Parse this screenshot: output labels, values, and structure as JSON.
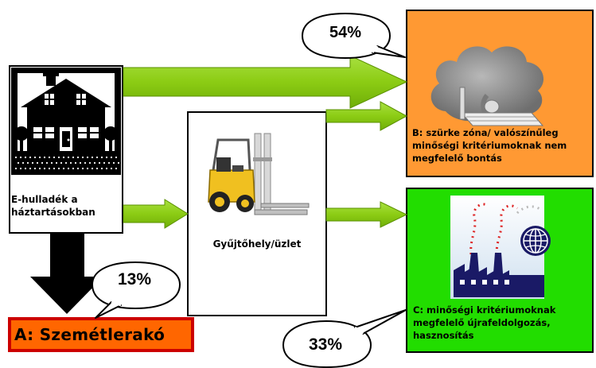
{
  "household": {
    "label": "E-hulladék a háztartásokban"
  },
  "collection": {
    "label": "Gyűjtőhely/üzlet"
  },
  "outcome_b": {
    "label": "B: szürke zóna/ valószínűleg minőségi kritériumoknak nem megfelelő bontás",
    "share": "54%"
  },
  "outcome_c": {
    "label": "C: minőségi kritériumoknak megfelelő újrafeldolgozás, hasznosítás",
    "share": "33%"
  },
  "outcome_a": {
    "label": "A: Szemétlerakó",
    "share": "13%"
  },
  "colors": {
    "arrow_green": "#8ccc14",
    "box_orange": "#ff9933",
    "box_green": "#22dd00",
    "landfill_orange": "#ff6600",
    "landfill_border": "#cc0000"
  },
  "icons": [
    "house-icon",
    "forklift-icon",
    "smoke-computer-icon",
    "factory-globe-icon"
  ]
}
